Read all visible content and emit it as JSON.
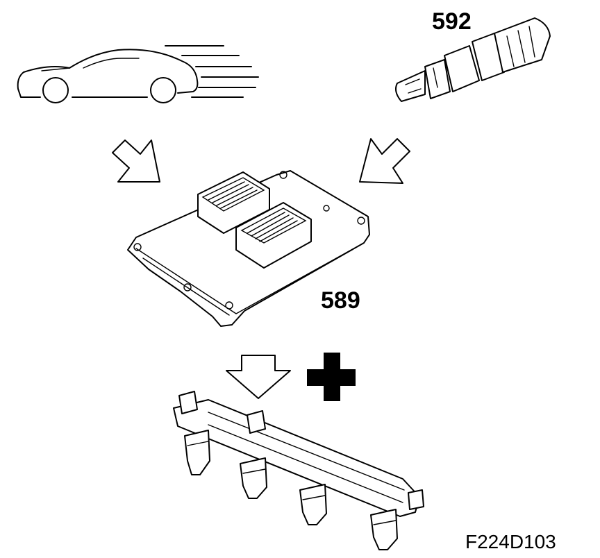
{
  "callouts": {
    "oxygen_sensor": "592",
    "control_module": "589"
  },
  "figure_id": "F224D103",
  "colors": {
    "ink": "#000000",
    "background": "#ffffff"
  }
}
